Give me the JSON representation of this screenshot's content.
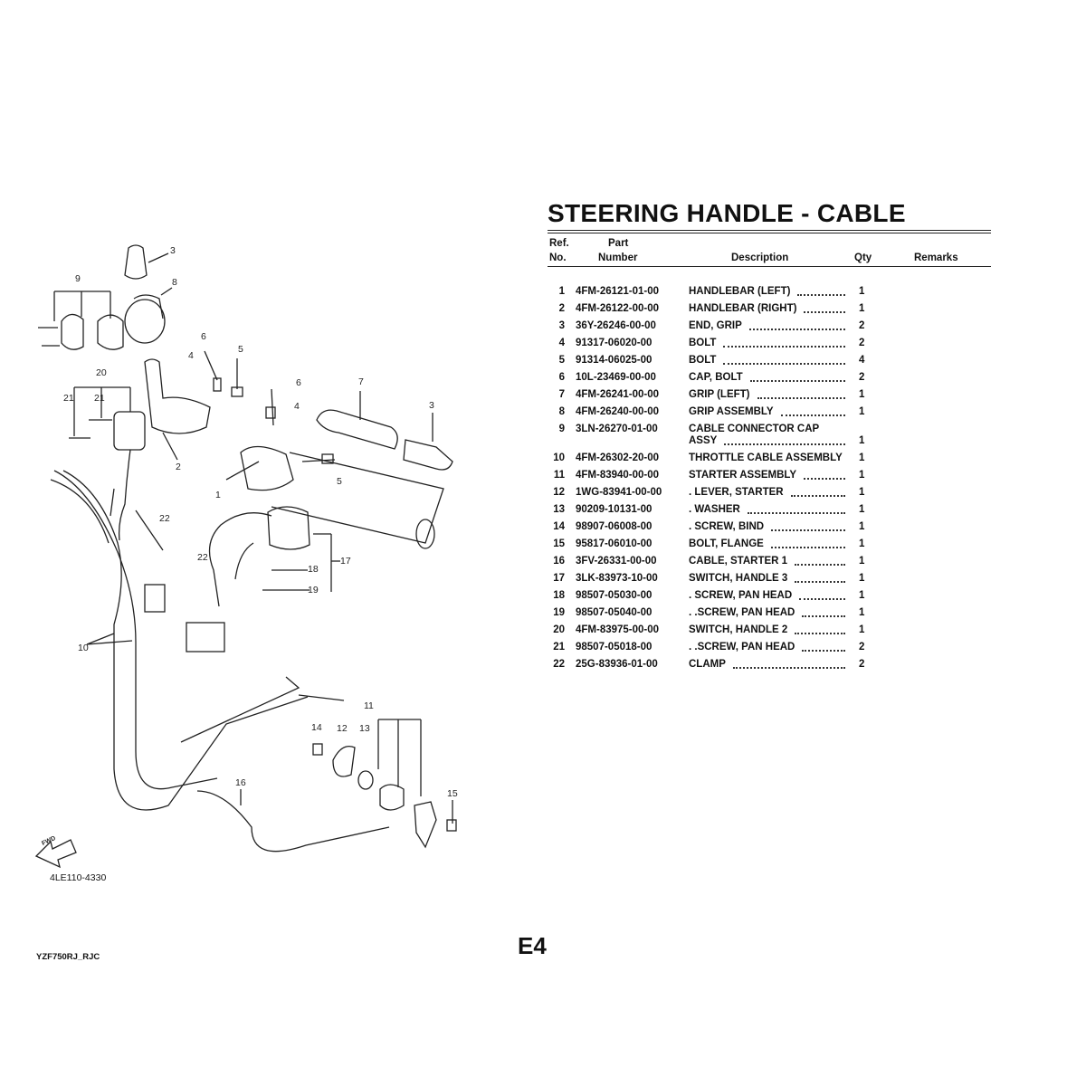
{
  "title": "STEERING HANDLE - CABLE",
  "headers": {
    "ref_line1": "Ref.",
    "ref_line2": "No.",
    "part_line1": "Part",
    "part_line2": "Number",
    "description": "Description",
    "qty": "Qty",
    "remarks": "Remarks"
  },
  "parts": [
    {
      "ref": "1",
      "number": "4FM-26121-01-00",
      "description": "HANDLEBAR (LEFT)",
      "qty": "1"
    },
    {
      "ref": "2",
      "number": "4FM-26122-00-00",
      "description": "HANDLEBAR (RIGHT)",
      "qty": "1"
    },
    {
      "ref": "3",
      "number": "36Y-26246-00-00",
      "description": "END, GRIP",
      "qty": "2"
    },
    {
      "ref": "4",
      "number": "91317-06020-00",
      "description": "BOLT",
      "qty": "2"
    },
    {
      "ref": "5",
      "number": "91314-06025-00",
      "description": "BOLT",
      "qty": "4"
    },
    {
      "ref": "6",
      "number": "10L-23469-00-00",
      "description": "CAP, BOLT",
      "qty": "2"
    },
    {
      "ref": "7",
      "number": "4FM-26241-00-00",
      "description": "GRIP (LEFT)",
      "qty": "1"
    },
    {
      "ref": "8",
      "number": "4FM-26240-00-00",
      "description": "GRIP ASSEMBLY",
      "qty": "1"
    },
    {
      "ref": "9",
      "number": "3LN-26270-01-00",
      "description_line1": "CABLE CONNECTOR CAP",
      "description": "ASSY",
      "qty": "1"
    },
    {
      "ref": "10",
      "number": "4FM-26302-20-00",
      "description": "THROTTLE CABLE ASSEMBLY",
      "qty": "1"
    },
    {
      "ref": "11",
      "number": "4FM-83940-00-00",
      "description": "STARTER ASSEMBLY",
      "qty": "1"
    },
    {
      "ref": "12",
      "number": "1WG-83941-00-00",
      "description": ". LEVER, STARTER",
      "qty": "1"
    },
    {
      "ref": "13",
      "number": "90209-10131-00",
      "description": ". WASHER",
      "qty": "1"
    },
    {
      "ref": "14",
      "number": "98907-06008-00",
      "description": ". SCREW, BIND",
      "qty": "1"
    },
    {
      "ref": "15",
      "number": "95817-06010-00",
      "description": "BOLT, FLANGE",
      "qty": "1"
    },
    {
      "ref": "16",
      "number": "3FV-26331-00-00",
      "description": "CABLE, STARTER 1",
      "qty": "1"
    },
    {
      "ref": "17",
      "number": "3LK-83973-10-00",
      "description": "SWITCH, HANDLE 3",
      "qty": "1"
    },
    {
      "ref": "18",
      "number": "98507-05030-00",
      "description": ". SCREW, PAN HEAD",
      "qty": "1"
    },
    {
      "ref": "19",
      "number": "98507-05040-00",
      "description": ". .SCREW, PAN HEAD",
      "qty": "1"
    },
    {
      "ref": "20",
      "number": "4FM-83975-00-00",
      "description": "SWITCH, HANDLE 2",
      "qty": "1"
    },
    {
      "ref": "21",
      "number": "98507-05018-00",
      "description": ". .SCREW, PAN HEAD",
      "qty": "2"
    },
    {
      "ref": "22",
      "number": "25G-83936-01-00",
      "description": "CLAMP",
      "qty": "2"
    }
  ],
  "diagram": {
    "callouts": [
      "3",
      "8",
      "9",
      "6",
      "5",
      "4",
      "20",
      "21",
      "21",
      "6",
      "4",
      "7",
      "3",
      "2",
      "1",
      "5",
      "22",
      "17",
      "18",
      "19",
      "22",
      "10",
      "11",
      "14",
      "12",
      "13",
      "15",
      "16"
    ],
    "fwd_label": "FWD",
    "figure_number": "4LE110-4330"
  },
  "page_number": "E4",
  "model_code": "YZF750RJ_RJC"
}
